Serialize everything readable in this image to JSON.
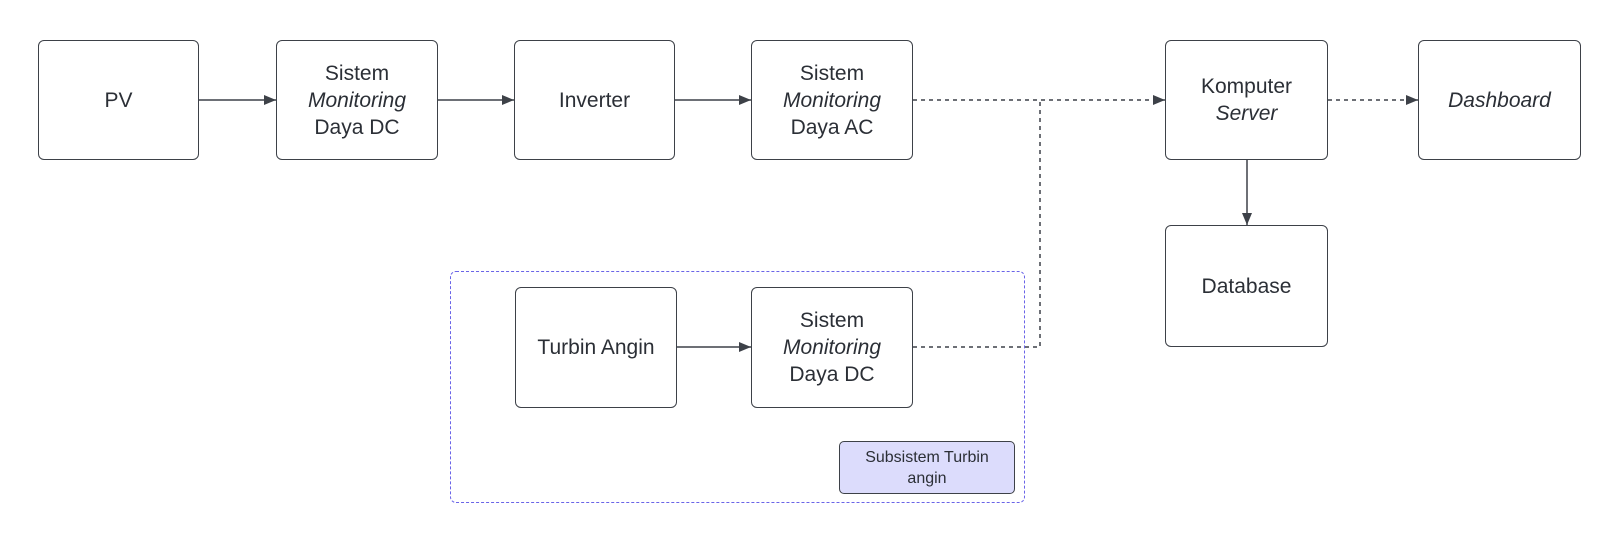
{
  "nodes": {
    "pv": {
      "lines": [
        "PV"
      ]
    },
    "monitoring_dc_1": {
      "lines": [
        "Sistem",
        "Monitoring",
        "Daya DC"
      ]
    },
    "inverter": {
      "lines": [
        "Inverter"
      ]
    },
    "monitoring_ac": {
      "lines": [
        "Sistem",
        "Monitoring",
        "Daya AC"
      ]
    },
    "komputer_server": {
      "lines": [
        "Komputer",
        "Server"
      ]
    },
    "dashboard": {
      "lines": [
        "Dashboard"
      ]
    },
    "database": {
      "lines": [
        "Database"
      ]
    },
    "turbin_angin": {
      "lines": [
        "Turbin Angin"
      ]
    },
    "monitoring_dc_2": {
      "lines": [
        "Sistem",
        "Monitoring",
        "Daya DC"
      ]
    }
  },
  "group": {
    "label": "Subsistem Turbin angin"
  },
  "colors": {
    "stroke": "#3d4148",
    "group_border": "#6a64e8",
    "group_tag_fill": "#dcdcfc",
    "text": "#2b2f36"
  }
}
